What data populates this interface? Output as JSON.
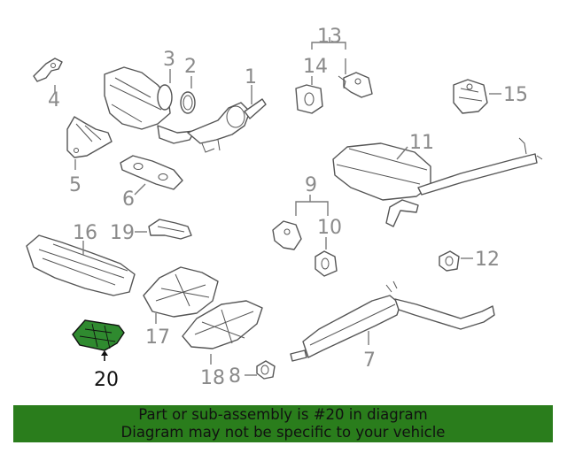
{
  "callouts": {
    "c1": "1",
    "c2": "2",
    "c3": "3",
    "c4": "4",
    "c5": "5",
    "c6": "6",
    "c7": "7",
    "c8": "8",
    "c9": "9",
    "c10": "10",
    "c11": "11",
    "c12": "12",
    "c13": "13",
    "c14": "14",
    "c15": "15",
    "c16": "16",
    "c17": "17",
    "c18": "18",
    "c19": "19",
    "c20": "20"
  },
  "highlighted_part": "20",
  "colors": {
    "highlight": "#2f8a2f",
    "banner": "#2a7d1c",
    "line_art": "#555555",
    "callout_text": "#8a8a8a"
  },
  "banner": {
    "line1": "Part or sub-assembly is #20 in diagram",
    "line2": "Diagram may not be specific to your vehicle"
  }
}
